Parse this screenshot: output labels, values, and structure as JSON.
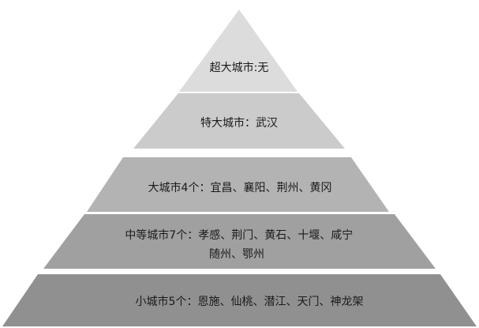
{
  "diagram": {
    "type": "pyramid",
    "tiers": [
      {
        "lines": [
          "超大城市:无"
        ],
        "fill": "#dcdcdc"
      },
      {
        "lines": [
          "特大城市：武汉"
        ],
        "fill": "#cbcbcb"
      },
      {
        "lines": [
          "大城市4个：宜昌、襄阳、荆州、黄冈"
        ],
        "fill": "#b3b3b3"
      },
      {
        "lines": [
          "中等城市7个：孝感、荆门、黄石、十堰、咸宁",
          "随州、鄂州"
        ],
        "fill": "#a0a0a0"
      },
      {
        "lines": [
          "小城市5个：恩施、仙桃、潜江、天门、神龙架"
        ],
        "fill": "#909090"
      }
    ]
  }
}
